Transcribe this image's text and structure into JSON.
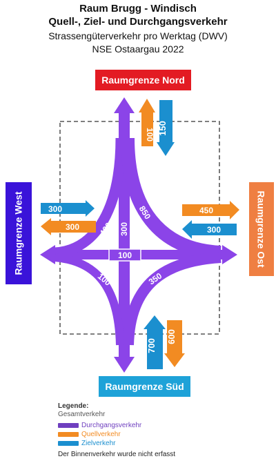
{
  "title": {
    "line1": "Raum Brugg - Windisch",
    "line2": "Quell-, Ziel- und Durchgangsverkehr",
    "line3": "Strassengüterverkehr pro Werktag (DWV)",
    "line4": "NSE Ostaargau 2022"
  },
  "boundaries": {
    "nord": "Raumgrenze Nord",
    "sued": "Raumgrenze Süd",
    "west": "Raumgrenze West",
    "ost": "Raumgrenze Ost"
  },
  "flows": {
    "nord_quell": "100",
    "nord_ziel": "150",
    "west_ziel": "300",
    "west_quell": "300",
    "ost_quell": "450",
    "ost_ziel": "300",
    "sued_ziel": "700",
    "sued_quell": "600",
    "through_nw": "400",
    "through_ne": "850",
    "through_ns": "300",
    "through_we": "100",
    "through_sw": "100",
    "through_se": "350"
  },
  "colors": {
    "durchgang": "#8b44e8",
    "quell": "#f28b22",
    "ziel": "#1b8fcf",
    "nord": "#e31b23",
    "sued": "#1ea2d8",
    "west": "#3a13d9",
    "ost": "#ef7f42"
  },
  "legend": {
    "title": "Legende:",
    "gesamt": "Gesamtverkehr",
    "durchgang": "Durchgangsverkehr",
    "quell": "Quellverkehr",
    "ziel": "Zielverkehr",
    "note": "Der Binnenverkehr wurde nicht erfasst"
  }
}
